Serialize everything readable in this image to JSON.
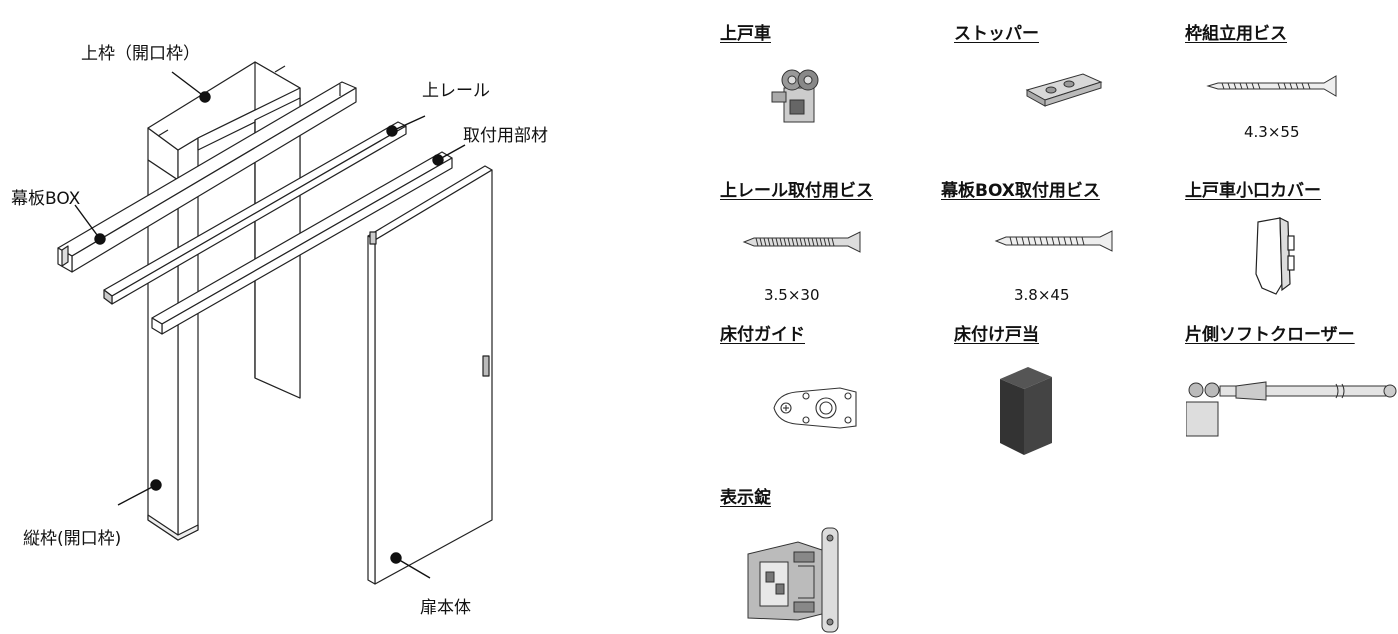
{
  "diagram": {
    "callouts": {
      "top_frame": "上枠（開口枠）",
      "top_rail": "上レール",
      "mounting_member": "取付用部材",
      "valance_box": "幕板BOX",
      "side_frame": "縦枠(開口枠)",
      "door_body": "扉本体"
    }
  },
  "parts": [
    {
      "title": "上戸車",
      "size": ""
    },
    {
      "title": "ストッパー",
      "size": ""
    },
    {
      "title": "枠組立用ビス",
      "size": "4.3×55"
    },
    {
      "title": "上レール取付用ビス",
      "size": "3.5×30"
    },
    {
      "title": "幕板BOX取付用ビス",
      "size": "3.8×45"
    },
    {
      "title": "上戸車小口カバー",
      "size": ""
    },
    {
      "title": "床付ガイド",
      "size": ""
    },
    {
      "title": "床付け戸当",
      "size": ""
    },
    {
      "title": "片側ソフトクローザー",
      "size": ""
    },
    {
      "title": "表示錠",
      "size": ""
    }
  ]
}
